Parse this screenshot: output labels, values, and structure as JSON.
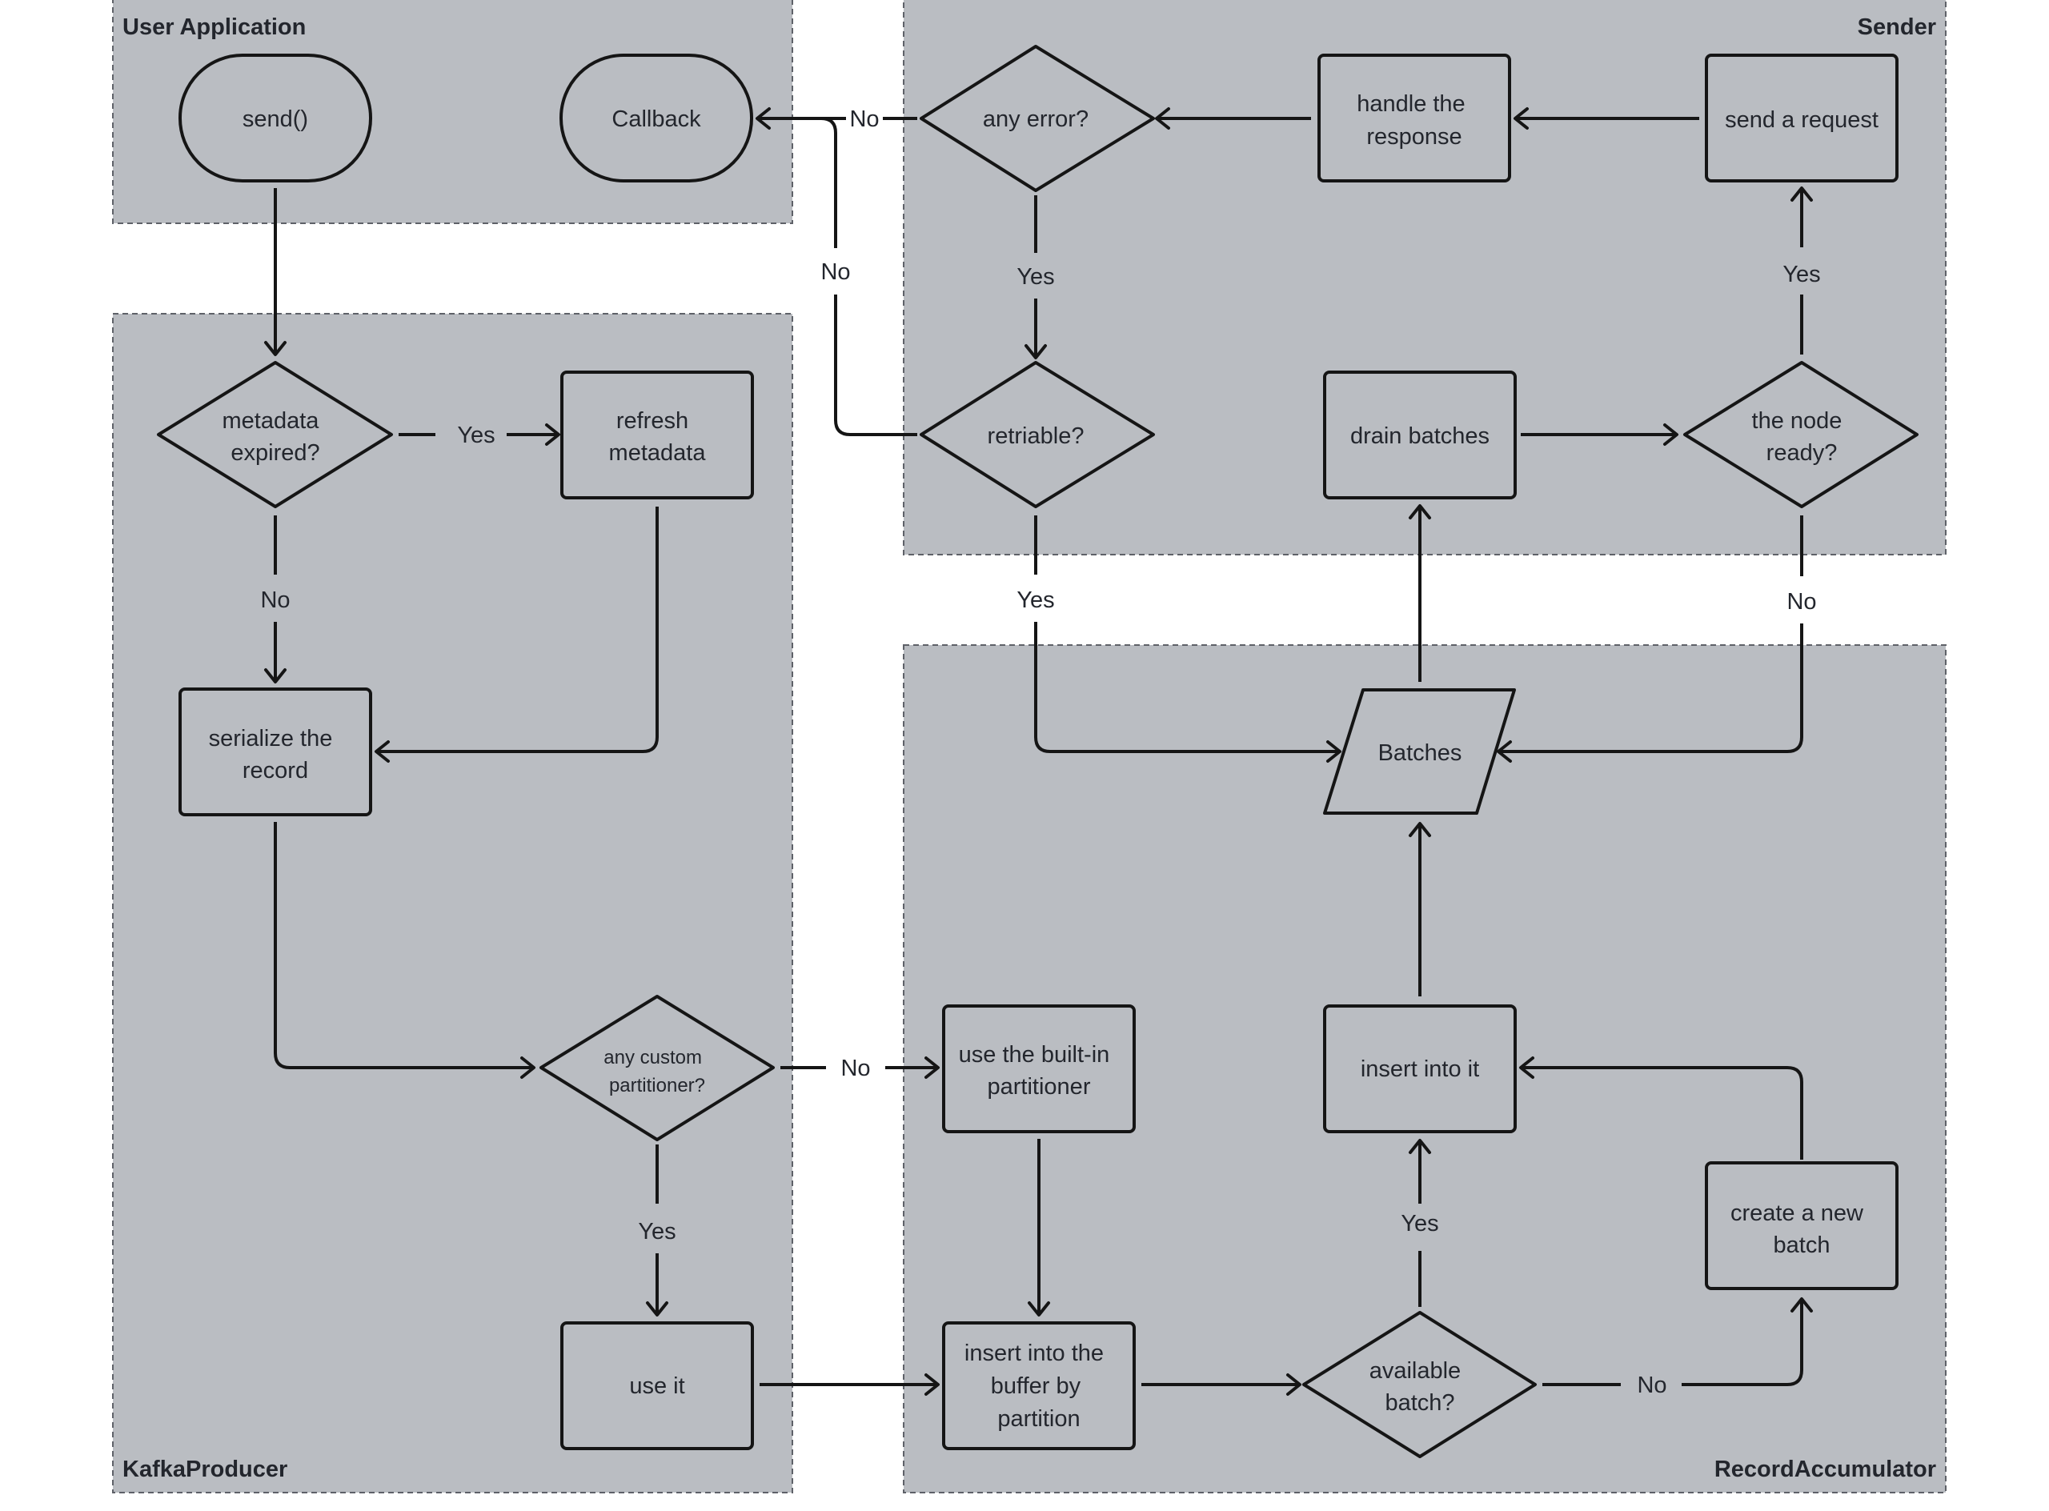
{
  "diagram": {
    "lanes": {
      "user_application": "User Application",
      "sender": "Sender",
      "kafka_producer": "KafkaProducer",
      "record_accumulator": "RecordAccumulator"
    },
    "nodes": {
      "send": [
        "send()"
      ],
      "callback": [
        "Callback"
      ],
      "any_error": [
        "any error?"
      ],
      "handle_response": [
        "handle the",
        "response"
      ],
      "send_request": [
        "send a request"
      ],
      "metadata_expired": [
        "metadata",
        "expired?"
      ],
      "refresh_metadata": [
        "refresh",
        "metadata"
      ],
      "retriable": [
        "retriable?"
      ],
      "drain_batches": [
        "drain batches"
      ],
      "node_ready": [
        "the node",
        "ready?"
      ],
      "serialize": [
        "serialize the",
        "record"
      ],
      "batches": [
        "Batches"
      ],
      "custom_partitioner": [
        "any custom",
        "partitioner?"
      ],
      "builtin_partitioner": [
        "use the built-in",
        "partitioner"
      ],
      "insert_into_it": [
        "insert into it"
      ],
      "create_batch": [
        "create a new",
        "batch"
      ],
      "use_it": [
        "use it"
      ],
      "insert_buffer": [
        "insert into the",
        "buffer by",
        "partition"
      ],
      "available_batch": [
        "available",
        "batch?"
      ]
    },
    "edge_labels": {
      "any_error_no": "No",
      "any_error_yes": "Yes",
      "retriable_no": "No",
      "retriable_yes": "Yes",
      "node_ready_yes": "Yes",
      "node_ready_no": "No",
      "metadata_yes": "Yes",
      "metadata_no": "No",
      "partitioner_no": "No",
      "partitioner_yes": "Yes",
      "available_yes": "Yes",
      "available_no": "No"
    }
  }
}
